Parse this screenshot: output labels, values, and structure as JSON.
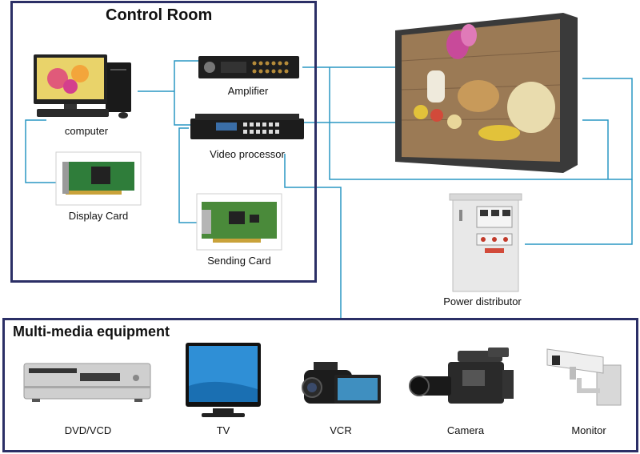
{
  "control_room": {
    "title": "Control Room",
    "items": {
      "computer": "computer",
      "display_card": "Display Card",
      "amplifier": "Amplifier",
      "video_processor": "Video processor",
      "sending_card": "Sending Card"
    }
  },
  "outside": {
    "power_distributor": "Power distributor"
  },
  "multimedia": {
    "title": "Multi-media equipment",
    "items": {
      "dvd": "DVD/VCD",
      "tv": "TV",
      "vcr": "VCR",
      "camera": "Camera",
      "monitor": "Monitor"
    }
  },
  "colors": {
    "frame": "#2b2f66",
    "wire": "#2a97c4"
  }
}
